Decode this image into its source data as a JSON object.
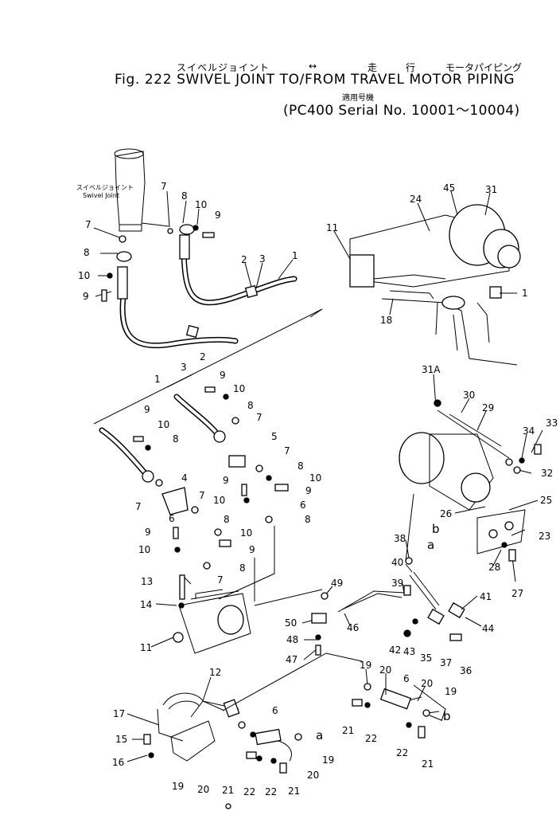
{
  "header": {
    "jp_title_1": "スイベルジョイント",
    "jp_arrow": "↔",
    "jp_title_2": "走",
    "jp_title_3": "行",
    "jp_title_4": "モータパイピング",
    "title": "Fig. 222 SWIVEL JOINT TO/FROM TRAVEL MOTOR PIPING",
    "jp_serial": "適用号機",
    "serial": "(PC400 Serial No. 10001～10004)"
  },
  "swivel_joint_label_jp": "スイベルジョイント",
  "swivel_joint_label_en": "Swivel Joint",
  "callouts": [
    {
      "text": "7"
    },
    {
      "text": "8"
    },
    {
      "text": "10"
    },
    {
      "text": "9"
    },
    {
      "text": "7"
    },
    {
      "text": "8"
    },
    {
      "text": "10"
    },
    {
      "text": "9"
    },
    {
      "text": "2"
    },
    {
      "text": "3"
    },
    {
      "text": "1"
    },
    {
      "text": "1"
    },
    {
      "text": "3"
    },
    {
      "text": "2"
    },
    {
      "text": "11"
    },
    {
      "text": "24"
    },
    {
      "text": "45"
    },
    {
      "text": "31"
    },
    {
      "text": "1"
    },
    {
      "text": "18"
    },
    {
      "text": "9"
    },
    {
      "text": "10"
    },
    {
      "text": "8"
    },
    {
      "text": "7"
    },
    {
      "text": "9"
    },
    {
      "text": "10"
    },
    {
      "text": "8"
    },
    {
      "text": "5"
    },
    {
      "text": "7"
    },
    {
      "text": "8"
    },
    {
      "text": "10"
    },
    {
      "text": "9"
    },
    {
      "text": "6"
    },
    {
      "text": "8"
    },
    {
      "text": "4"
    },
    {
      "text": "7"
    },
    {
      "text": "9"
    },
    {
      "text": "10"
    },
    {
      "text": "7"
    },
    {
      "text": "6"
    },
    {
      "text": "8"
    },
    {
      "text": "9"
    },
    {
      "text": "10"
    },
    {
      "text": "10"
    },
    {
      "text": "9"
    },
    {
      "text": "8"
    },
    {
      "text": "7"
    },
    {
      "text": "13"
    },
    {
      "text": "14"
    },
    {
      "text": "11"
    },
    {
      "text": "31A"
    },
    {
      "text": "30"
    },
    {
      "text": "29"
    },
    {
      "text": "33"
    },
    {
      "text": "34"
    },
    {
      "text": "32"
    },
    {
      "text": "25"
    },
    {
      "text": "26"
    },
    {
      "text": "23"
    },
    {
      "text": "b"
    },
    {
      "text": "a"
    },
    {
      "text": "28"
    },
    {
      "text": "27"
    },
    {
      "text": "38"
    },
    {
      "text": "40"
    },
    {
      "text": "39"
    },
    {
      "text": "41"
    },
    {
      "text": "44"
    },
    {
      "text": "49"
    },
    {
      "text": "50"
    },
    {
      "text": "48"
    },
    {
      "text": "47"
    },
    {
      "text": "46"
    },
    {
      "text": "42"
    },
    {
      "text": "43"
    },
    {
      "text": "35"
    },
    {
      "text": "37"
    },
    {
      "text": "36"
    },
    {
      "text": "12"
    },
    {
      "text": "17"
    },
    {
      "text": "15"
    },
    {
      "text": "16"
    },
    {
      "text": "19"
    },
    {
      "text": "20"
    },
    {
      "text": "6"
    },
    {
      "text": "20"
    },
    {
      "text": "19"
    },
    {
      "text": "b"
    },
    {
      "text": "21"
    },
    {
      "text": "22"
    },
    {
      "text": "22"
    },
    {
      "text": "21"
    },
    {
      "text": "6"
    },
    {
      "text": "a"
    },
    {
      "text": "19"
    },
    {
      "text": "20"
    },
    {
      "text": "19"
    },
    {
      "text": "20"
    },
    {
      "text": "21"
    },
    {
      "text": "22"
    },
    {
      "text": "22"
    },
    {
      "text": "21"
    }
  ]
}
